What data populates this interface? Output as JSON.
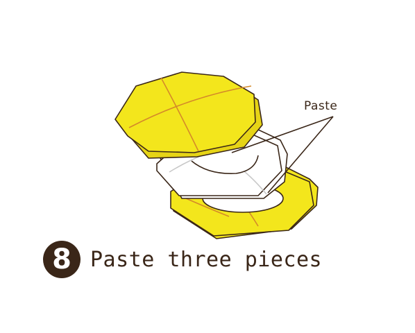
{
  "annotation": {
    "label": "Paste"
  },
  "step": {
    "number": "8",
    "title": "Paste three pieces"
  },
  "colors": {
    "yellow_fill": "#f3e61c",
    "yellow_shade": "#e6d416",
    "outline": "#3a2618",
    "fold_line": "#d4892a",
    "white_piece": "#ffffff",
    "grey_line": "#c8c8c8",
    "text": "#3a2618"
  }
}
